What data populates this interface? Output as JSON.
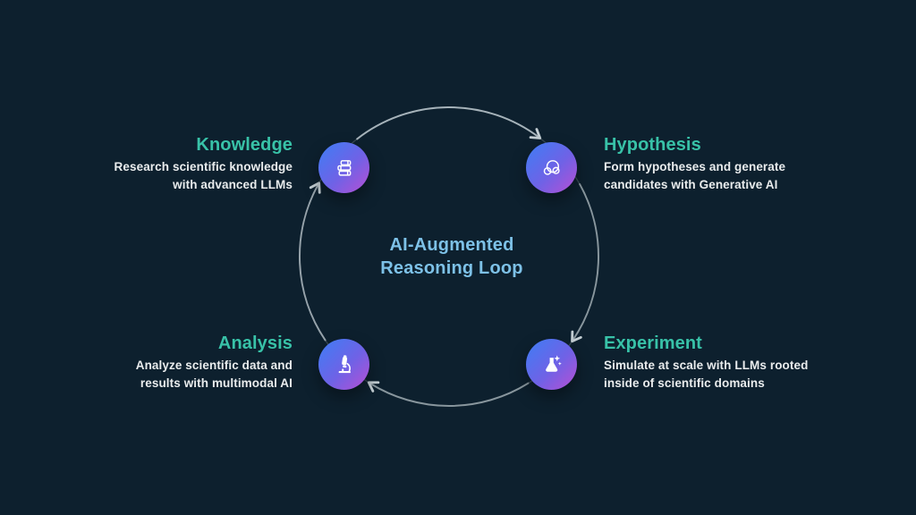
{
  "page": {
    "background_color": "#0d202e"
  },
  "center": {
    "lines": [
      "AI-Augmented",
      "Reasoning Loop"
    ],
    "color": "#7dc1e7"
  },
  "colors": {
    "accent_teal": "#38c2a8",
    "center_blue": "#7dc1e7",
    "description_text": "#e9eced",
    "icon_gradient_start": "#3d7ef5",
    "icon_gradient_end": "#b84fd4",
    "ring": "#4d5c66",
    "arrow": "#b3bfc5"
  },
  "nodes": [
    {
      "id": "knowledge",
      "title": "Knowledge",
      "desc": [
        "Research scientific knowledge",
        "with advanced LLMs"
      ],
      "icon": "books-icon"
    },
    {
      "id": "hypothesis",
      "title": "Hypothesis",
      "desc": [
        "Form hypotheses and generate",
        "candidates with Generative AI"
      ],
      "icon": "molecule-icon"
    },
    {
      "id": "experiment",
      "title": "Experiment",
      "desc": [
        "Simulate at scale with LLMs rooted",
        "inside of scientific domains"
      ],
      "icon": "flask-sparkle-icon"
    },
    {
      "id": "analysis",
      "title": "Analysis",
      "desc": [
        "Analyze scientific data and",
        "results with multimodal AI"
      ],
      "icon": "microscope-icon"
    }
  ]
}
